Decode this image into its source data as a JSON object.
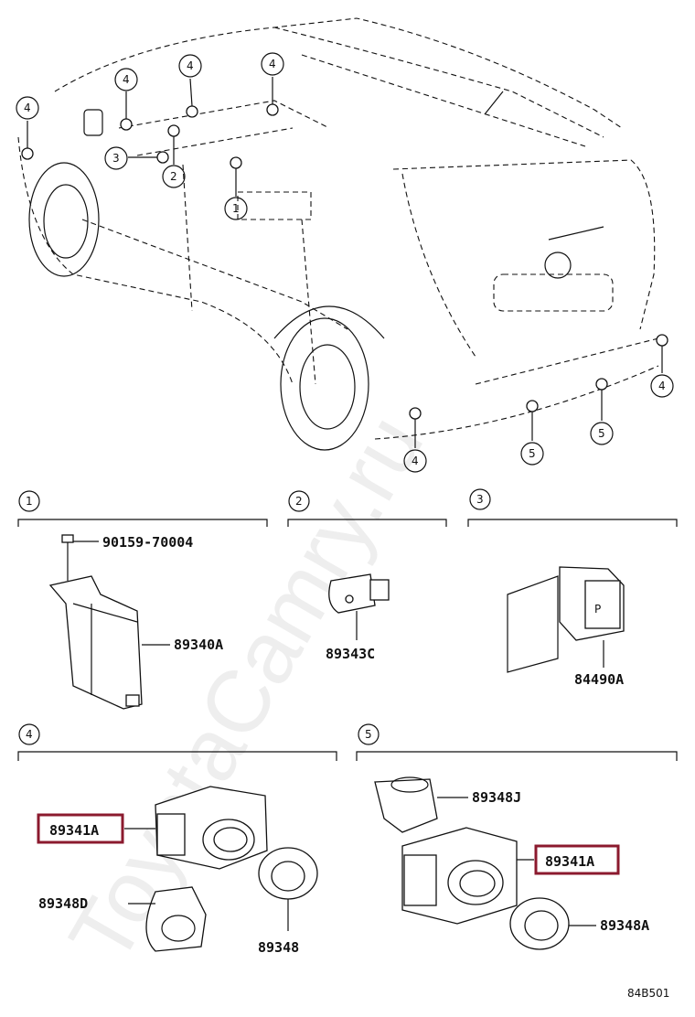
{
  "watermark": "ToyotaCamry.ru",
  "diagram_code": "84B501",
  "callouts": {
    "c1": "1",
    "c2": "2",
    "c3": "3",
    "c4": "4",
    "c5": "5"
  },
  "sections": {
    "s1": "1",
    "s2": "2",
    "s3": "3",
    "s4": "4",
    "s5": "5"
  },
  "parts": {
    "screw": "90159-70004",
    "computer": "89340A",
    "buzzer": "89343C",
    "switch": "84490A",
    "sensor_left": "89341A",
    "sensor_right": "89341A",
    "retainer_d": "89348D",
    "retainer": "89348",
    "retainer_j": "89348J",
    "retainer_a": "89348A"
  },
  "highlight_color": "#8b1a2e"
}
